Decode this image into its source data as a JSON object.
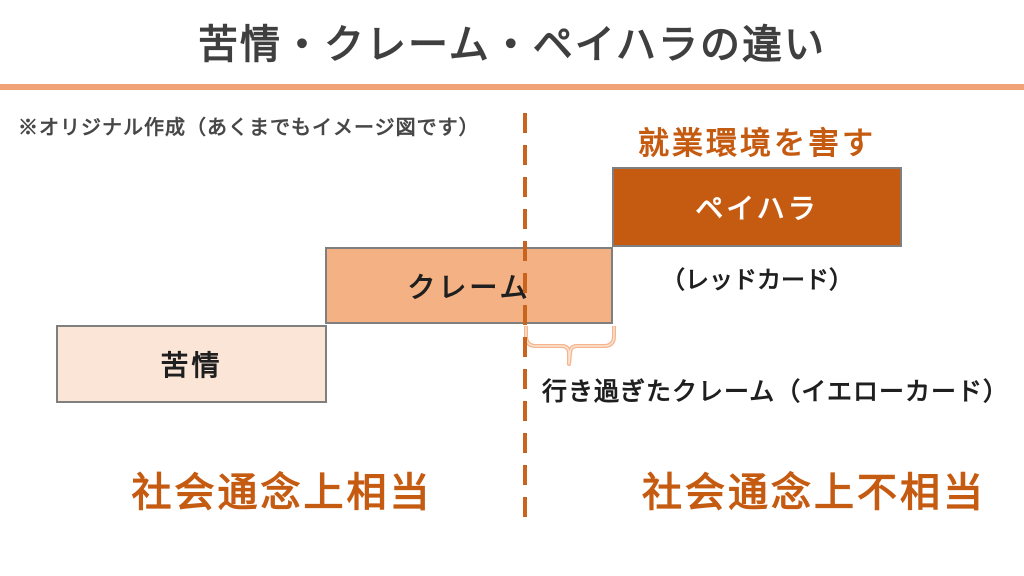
{
  "title": "苦情・クレーム・ペイハラの違い",
  "note": "※オリジナル作成（あくまでもイメージ図です）",
  "diagram": {
    "top_right_caption": "就業環境を害す",
    "steps": [
      {
        "id": "kujo",
        "label": "苦情",
        "level": 1,
        "fill": "#FBE5D6"
      },
      {
        "id": "claim",
        "label": "クレーム",
        "level": 2,
        "fill": "#F4B183"
      },
      {
        "id": "peihara",
        "label": "ペイハラ",
        "level": 3,
        "fill": "#C55A11"
      }
    ],
    "red_card_caption": "（レッドカード）",
    "yellow_card_caption": "行き過ぎたクレーム（イエローカード）",
    "bottom_left_caption": "社会通念上相当",
    "bottom_right_caption": "社会通念上不相当"
  },
  "colors": {
    "dark_orange": "#C55A11",
    "medium_orange": "#F4B183",
    "light_peach": "#FBE5D6",
    "header_rule": "#F0A178",
    "divider_dash": "#C8641E",
    "brace": "#F5B48C",
    "box_border": "#7F7F7F",
    "title_text": "#3F3F3F",
    "body_text": "#1F1F1F"
  }
}
